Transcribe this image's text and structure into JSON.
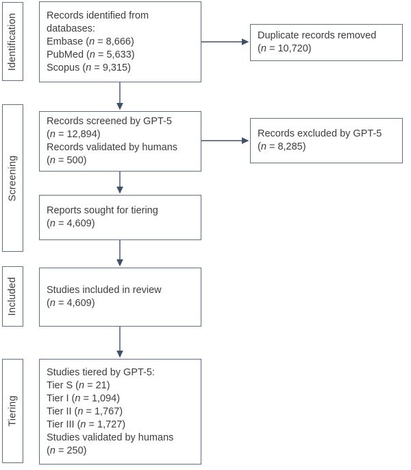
{
  "figure": {
    "type": "prisma-flow-diagram",
    "stages": [
      {
        "label": "Identification"
      },
      {
        "label": "Screening"
      },
      {
        "label": "Included"
      },
      {
        "label": "Tiering"
      }
    ],
    "boxes": {
      "identified": {
        "lines": [
          "Records identified from",
          "databases:",
          "Embase (n = 8,666)",
          "PubMed (n = 5,633)",
          "Scopus (n = 9,315)"
        ]
      },
      "duplicates": {
        "lines": [
          "Duplicate records removed",
          "(n = 10,720)"
        ]
      },
      "screened": {
        "lines": [
          "Records screened by GPT-5",
          "(n = 12,894)",
          "Records validated by humans",
          "(n = 500)"
        ]
      },
      "excluded": {
        "lines": [
          "Records excluded by GPT-5",
          "(n = 8,285)"
        ]
      },
      "sought": {
        "lines": [
          "Reports sought for tiering",
          "(n = 4,609)"
        ]
      },
      "included": {
        "lines": [
          "Studies included in review",
          "(n = 4,609)"
        ]
      },
      "tiered": {
        "lines": [
          "Studies tiered by GPT-5:",
          "Tier S (n = 21)",
          "Tier I (n = 1,094)",
          "Tier II (n = 1,767)",
          "Tier III (n = 1,727)",
          "Studies validated by humans",
          "(n = 250)"
        ]
      }
    },
    "colors": {
      "border": "#5f6d86",
      "arrow": "#40506b",
      "text": "#3c3c3c",
      "background": "#ffffff"
    }
  }
}
